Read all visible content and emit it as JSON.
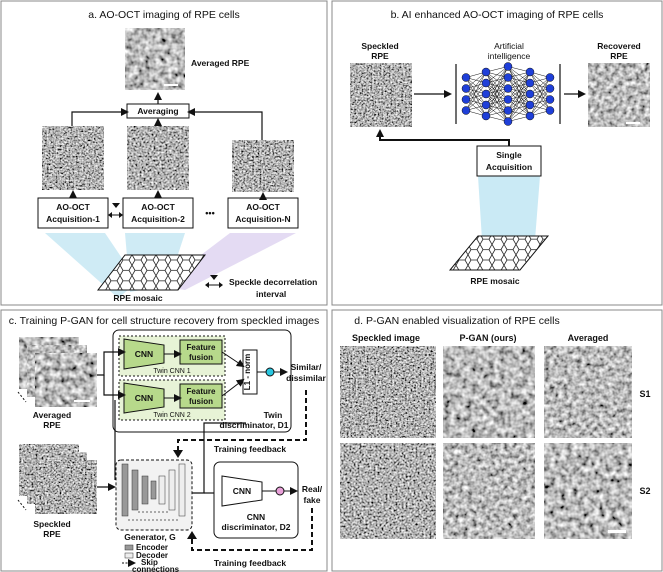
{
  "panels": {
    "a": {
      "title": "a. AO-OCT imaging of RPE cells",
      "averaged_label": "Averaged RPE",
      "averaging_box": "Averaging",
      "acq_line1": "AO-OCT",
      "acquisitions": [
        "Acquisition-1",
        "Acquisition-2",
        "Acquisition-N"
      ],
      "ellipsis": "•••",
      "mosaic_label": "RPE mosaic",
      "legend_line1": "Speckle decorrelation",
      "legend_line2": "interval"
    },
    "b": {
      "title": "b. AI enhanced AO-OCT imaging of RPE cells",
      "speckled_line1": "Speckled",
      "speckled_line2": "RPE",
      "ai_line1": "Artificial",
      "ai_line2": "intelligence",
      "recovered_line1": "Recovered",
      "recovered_line2": "RPE",
      "single_line1": "Single",
      "single_line2": "Acquisition",
      "mosaic_label": "RPE mosaic"
    },
    "c": {
      "title": "c. Training P-GAN for cell structure recovery from speckled images",
      "cnn": "CNN",
      "feature_line1": "Feature",
      "feature_line2": "fusion",
      "twin1": "Twin CNN 1",
      "twin2": "Twin CNN 2",
      "l1norm": "L1 - norm",
      "similar_line1": "Similar/",
      "similar_line2": "dissimilar",
      "twin_disc_line1": "Twin",
      "twin_disc_line2": "discriminator, D1",
      "averaged_line1": "Averaged",
      "averaged_line2": "RPE",
      "speckled_line1": "Speckled",
      "speckled_line2": "RPE",
      "training_feedback": "Training feedback",
      "generator": "Generator, G",
      "encoder": "Encoder",
      "decoder": "Decoder",
      "skip_line1": "Skip",
      "skip_line2": "connections",
      "cnn_disc_line1": "CNN",
      "cnn_disc_line2": "discriminator, D2",
      "real_line1": "Real/",
      "real_line2": "fake"
    },
    "d": {
      "title": "d. P-GAN enabled visualization of RPE cells",
      "columns": [
        "Speckled image",
        "P-GAN (ours)",
        "Averaged"
      ],
      "rows": [
        "S1",
        "S2"
      ]
    }
  },
  "colors": {
    "cnn_fill": "#b7d98b",
    "twin_fill": "#e7f3d6",
    "node_fill": "#1f3fd8",
    "cyan_dot": "#29c6e0",
    "pink_dot": "#e8a0d8",
    "beam_blue": "#9fd8ec",
    "beam_purple": "#c9b8e8",
    "panel_border": "#888888"
  }
}
